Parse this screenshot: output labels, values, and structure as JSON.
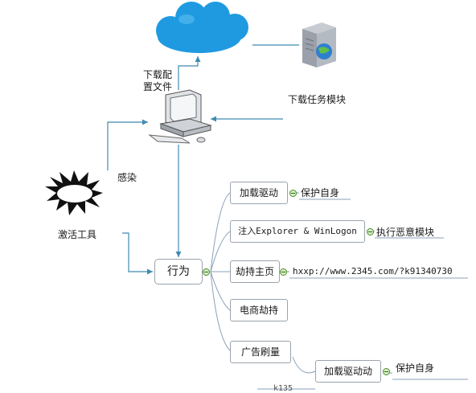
{
  "labels": {
    "download_config": [
      "下载配",
      "置文件"
    ],
    "download_module": "下载任务模块",
    "infect": "感染",
    "activation_tool": "激活工具"
  },
  "center": "行为",
  "branches": [
    "加载驱动",
    "注入Explorer & WinLogon",
    "劫持主页",
    "电商劫持",
    "广告刷量"
  ],
  "leaves": {
    "protect_self": "保护自身",
    "exec_malicious": "执行恶意模块",
    "hijack_url": "hxxp://www.2345.com/?k91340730"
  },
  "partial": {
    "driver_label": "加载驱动动",
    "protect_label": "保护自身",
    "bottom_fragment": "k135"
  },
  "colors": {
    "arrow": "#3f8bb0",
    "branch_line": "#8aa0b8",
    "cloud": "#1f9ae0"
  }
}
